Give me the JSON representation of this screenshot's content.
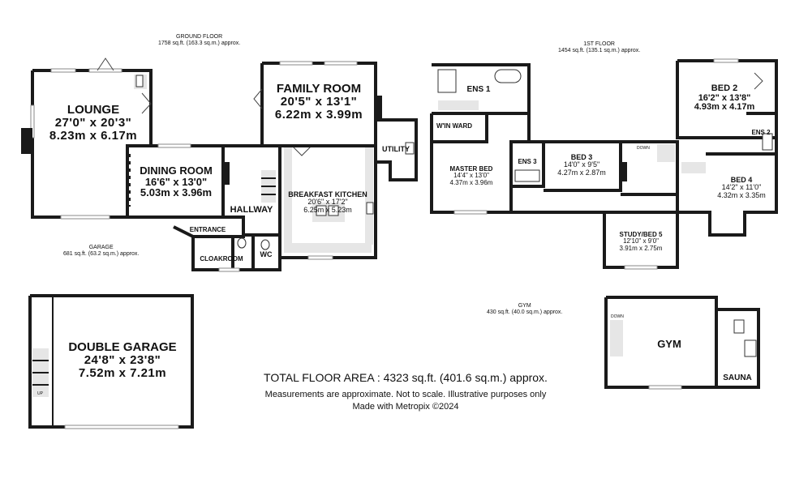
{
  "captions": {
    "ground_floor": {
      "title": "GROUND FLOOR",
      "area": "1758 sq.ft. (163.3 sq.m.) approx."
    },
    "first_floor": {
      "title": "1ST FLOOR",
      "area": "1454 sq.ft. (135.1 sq.m.) approx."
    },
    "garage": {
      "title": "GARAGE",
      "area": "681 sq.ft. (63.2 sq.m.) approx."
    },
    "gym": {
      "title": "GYM",
      "area": "430 sq.ft. (40.0 sq.m.) approx."
    }
  },
  "rooms": {
    "lounge": {
      "name": "LOUNGE",
      "imperial": "27'0\" x 20'3\"",
      "metric": "8.23m x 6.17m"
    },
    "family_room": {
      "name": "FAMILY ROOM",
      "imperial": "20'5\" x 13'1\"",
      "metric": "6.22m x 3.99m"
    },
    "dining_room": {
      "name": "DINING ROOM",
      "imperial": "16'6\" x 13'0\"",
      "metric": "5.03m x 3.96m"
    },
    "utility": {
      "name": "UTILITY"
    },
    "breakfast_kitchen": {
      "name": "BREAKFAST KITCHEN",
      "imperial": "20'6\" x 17'2\"",
      "metric": "6.25m x 5.23m"
    },
    "hallway": {
      "name": "HALLWAY"
    },
    "entrance": {
      "name": "ENTRANCE"
    },
    "cloakroom": {
      "name": "CLOAKROOM"
    },
    "wc": {
      "name": "WC"
    },
    "ens1": {
      "name": "ENS 1"
    },
    "win_ward": {
      "name": "W'IN WARD"
    },
    "master_bed": {
      "name": "MASTER BED",
      "imperial": "14'4\" x 13'0\"",
      "metric": "4.37m x 3.96m"
    },
    "ens3": {
      "name": "ENS 3"
    },
    "bed3": {
      "name": "BED 3",
      "imperial": "14'0\" x 9'5\"",
      "metric": "4.27m x 2.87m"
    },
    "bed2": {
      "name": "BED 2",
      "imperial": "16'2\" x 13'8\"",
      "metric": "4.93m x 4.17m"
    },
    "ens2": {
      "name": "ENS 2"
    },
    "bed4": {
      "name": "BED 4",
      "imperial": "14'2\" x 11'0\"",
      "metric": "4.32m x 3.35m"
    },
    "study": {
      "name": "STUDY/BED 5",
      "imperial": "12'10\" x 9'0\"",
      "metric": "3.91m x 2.75m"
    },
    "double_garage": {
      "name": "DOUBLE GARAGE",
      "imperial": "24'8\" x 23'8\"",
      "metric": "7.52m x 7.21m"
    },
    "gym": {
      "name": "GYM"
    },
    "sauna": {
      "name": "SAUNA"
    }
  },
  "small_marks": {
    "down": "DOWN",
    "up": "UP"
  },
  "footer": {
    "total": "TOTAL FLOOR AREA : 4323 sq.ft. (401.6 sq.m.) approx.",
    "disclaimer": "Measurements are approximate.  Not to scale.  Illustrative purposes only",
    "credit": "Made with Metropix ©2024"
  }
}
